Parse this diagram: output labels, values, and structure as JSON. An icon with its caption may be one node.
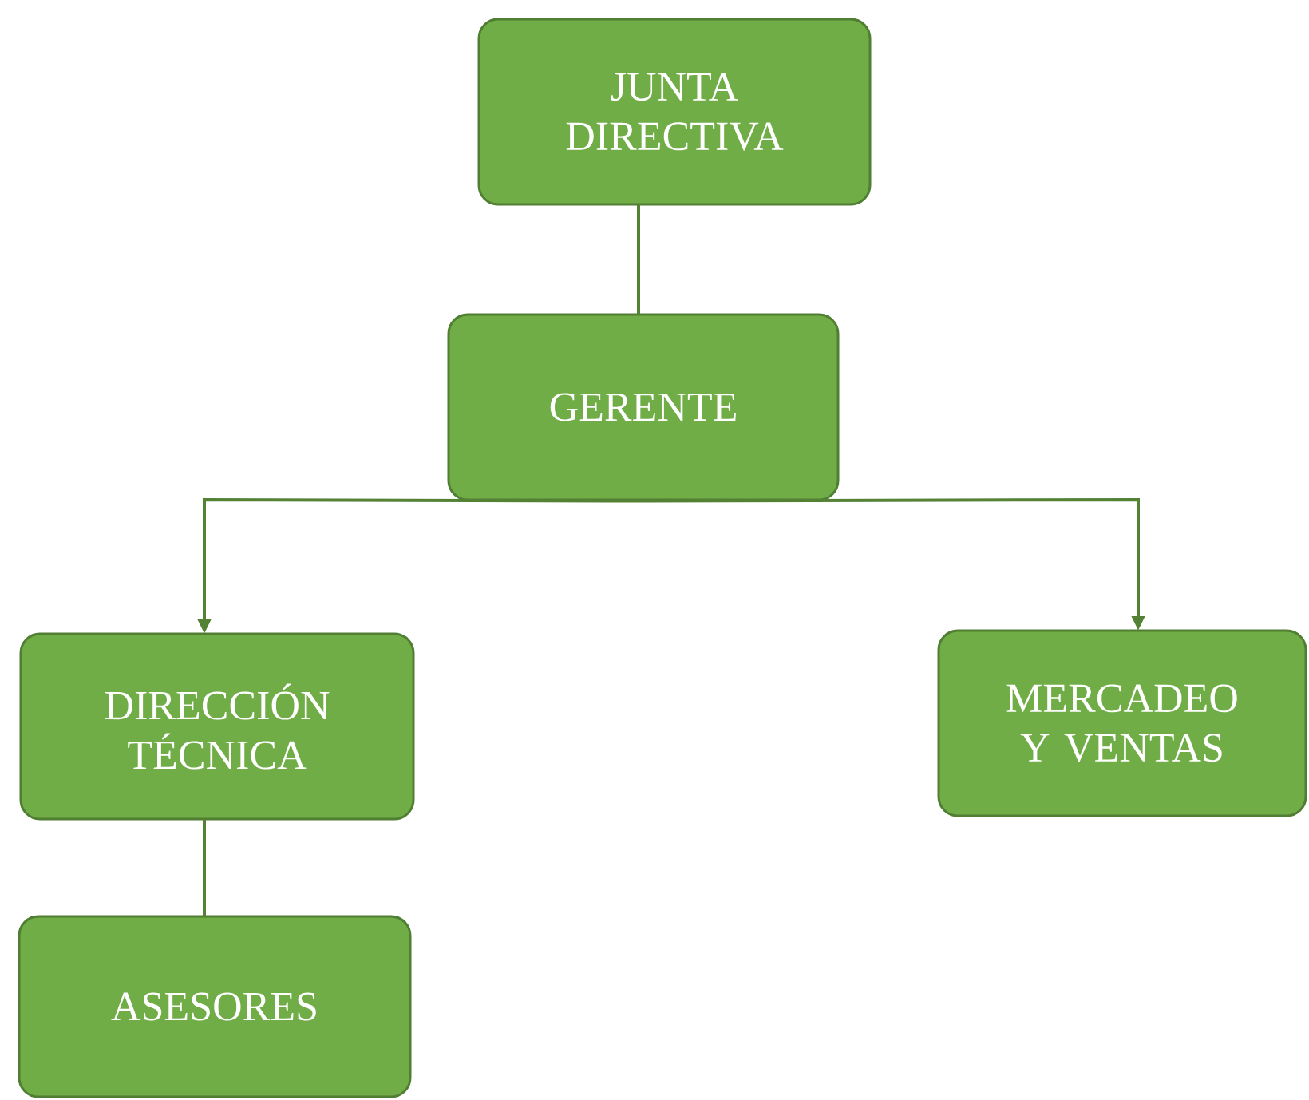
{
  "diagram": {
    "nodes": [
      {
        "text": [
          "JUNTA DIRECTIVA"
        ]
      },
      {
        "text": [
          "GERENTE"
        ]
      },
      {
        "text": [
          "DIRECCIÓN TÉCNICA"
        ]
      },
      {
        "text": [
          "MERCADEO Y VENTAS"
        ]
      },
      {
        "text": [
          "ASESORES"
        ]
      }
    ],
    "edges": [
      {
        "from": 0,
        "to": 1,
        "arrow": "none"
      },
      {
        "from": 1,
        "to": 2,
        "arrow": "to"
      },
      {
        "from": 1,
        "to": 3,
        "arrow": "to"
      },
      {
        "from": 2,
        "to": 4,
        "arrow": "none"
      }
    ]
  }
}
